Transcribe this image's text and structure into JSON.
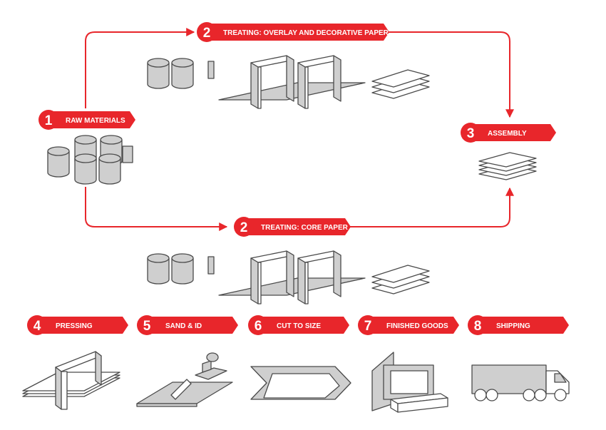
{
  "accent_color": "#e8262b",
  "steps": [
    {
      "num": "1",
      "label": "RAW MATERIALS"
    },
    {
      "num": "2",
      "label": "TREATING: OVERLAY AND DECORATIVE PAPER"
    },
    {
      "num": "2",
      "label": "TREATING: CORE PAPER"
    },
    {
      "num": "3",
      "label": "ASSEMBLY"
    },
    {
      "num": "4",
      "label": "PRESSING"
    },
    {
      "num": "5",
      "label": "SAND & ID"
    },
    {
      "num": "6",
      "label": "CUT TO SIZE"
    },
    {
      "num": "7",
      "label": "FINISHED GOODS"
    },
    {
      "num": "8",
      "label": "SHIPPING"
    }
  ],
  "icons": [
    "paper-rolls-icon",
    "treater-icon",
    "stacked-sheets-icon",
    "press-icon",
    "sander-stamp-icon",
    "cutter-icon",
    "warehouse-goods-icon",
    "truck-icon"
  ]
}
